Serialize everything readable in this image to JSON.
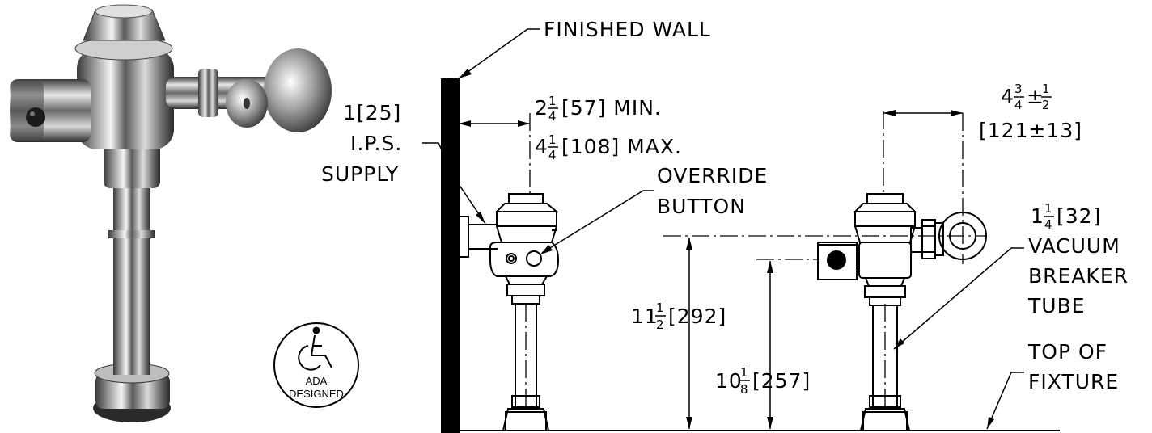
{
  "labels": {
    "finished_wall": "FINISHED WALL",
    "supply": {
      "size": "1[25]",
      "line2": "I.P.S.",
      "line3": "SUPPLY"
    },
    "offset_min": {
      "whole": "2",
      "num": "1",
      "den": "4",
      "rest": "[57] MIN."
    },
    "offset_max": {
      "whole": "4",
      "num": "1",
      "den": "4",
      "rest": "[108] MAX."
    },
    "override_button": {
      "line1": "OVERRIDE",
      "line2": "BUTTON"
    },
    "sensor_offset": {
      "whole": "4",
      "num": "3",
      "den": "4",
      "tol": "±",
      "tol_num": "1",
      "tol_den": "2",
      "line2": "[121±13]"
    },
    "vacuum_breaker": {
      "whole": "1",
      "num": "1",
      "den": "4",
      "rest": "[32]",
      "line2": "VACUUM",
      "line3": "BREAKER",
      "line4": "TUBE"
    },
    "height_11": {
      "whole": "11",
      "num": "1",
      "den": "2",
      "rest": "[292]"
    },
    "height_10": {
      "whole": "10",
      "num": "1",
      "den": "8",
      "rest": "[257]"
    },
    "top_of_fixture": {
      "line1": "TOP OF",
      "line2": "FIXTURE"
    },
    "ada": {
      "line1": "ADA",
      "line2": "DESIGNED"
    }
  },
  "colors": {
    "ink": "#000000",
    "chrome_dark": "#2a2a2a",
    "chrome_light": "#f2f2f2",
    "chrome_mid": "#8a8a8a"
  },
  "icons": [
    "wheelchair-icon",
    "flushometer-photo"
  ]
}
